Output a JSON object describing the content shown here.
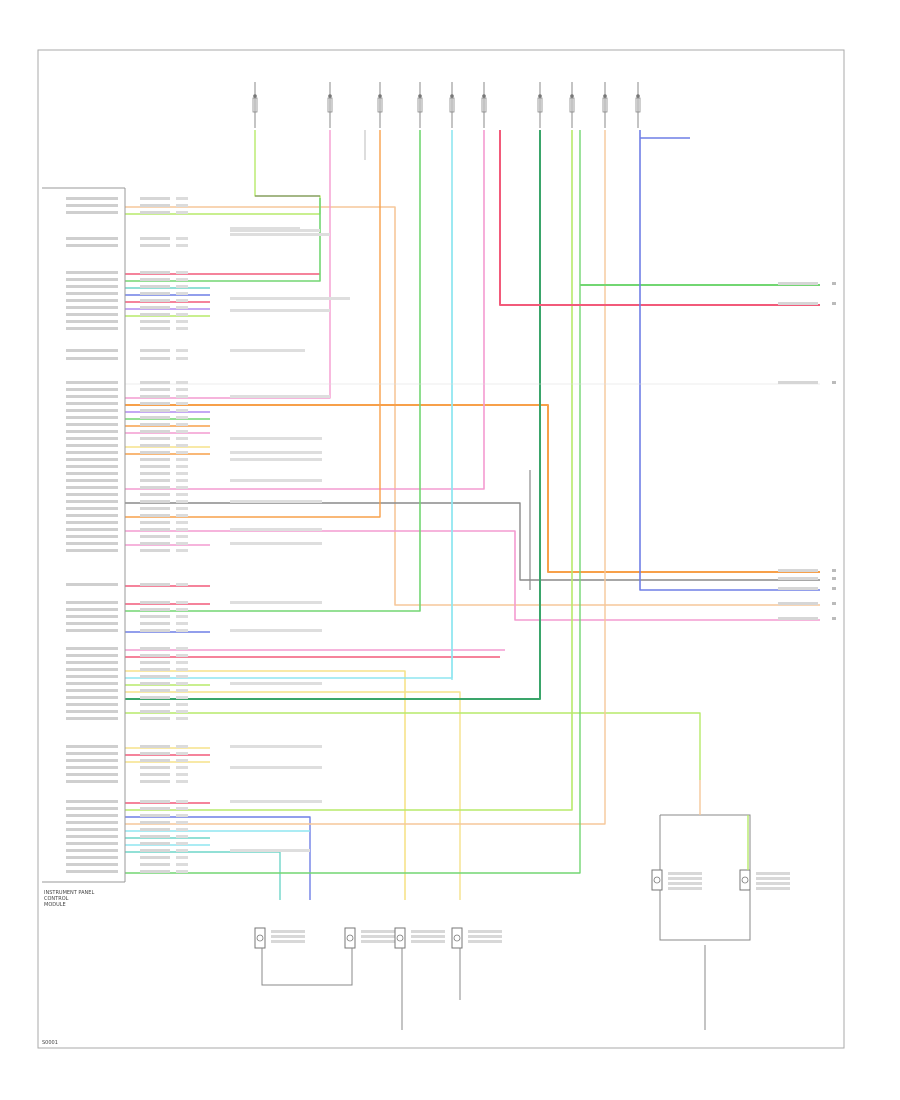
{
  "diagram": {
    "footer_code": "S0001",
    "module_label": [
      "INSTRUMENT PANEL",
      "CONTROL",
      "MODULE"
    ],
    "colors": {
      "yellow": "#f6e28a",
      "orange": "#f7a04a",
      "red": "#f25a7a",
      "pink": "#f49bd0",
      "green": "#72d672",
      "dkgreen": "#3aa56a",
      "teal": "#6fd6c9",
      "cyan": "#8fe6f0",
      "blue": "#6f7fe6",
      "violet": "#b18cf0",
      "lime": "#b7ea6a",
      "peach": "#f6c79a",
      "gray": "#8a8a8a",
      "black": "#555555"
    }
  }
}
